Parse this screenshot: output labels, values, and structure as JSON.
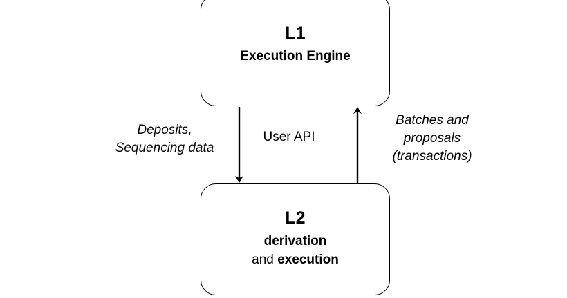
{
  "l1": {
    "title": "L1",
    "subtitle": "Execution Engine"
  },
  "l2": {
    "title": "L2",
    "line1": "derivation",
    "line2_prefix": "and ",
    "line2_bold": "execution"
  },
  "edges": {
    "down_label_lines": [
      "Deposits,",
      "Sequencing data"
    ],
    "center_label": "User API",
    "up_label_lines": [
      "Batches and",
      "proposals",
      "(transactions)"
    ]
  }
}
